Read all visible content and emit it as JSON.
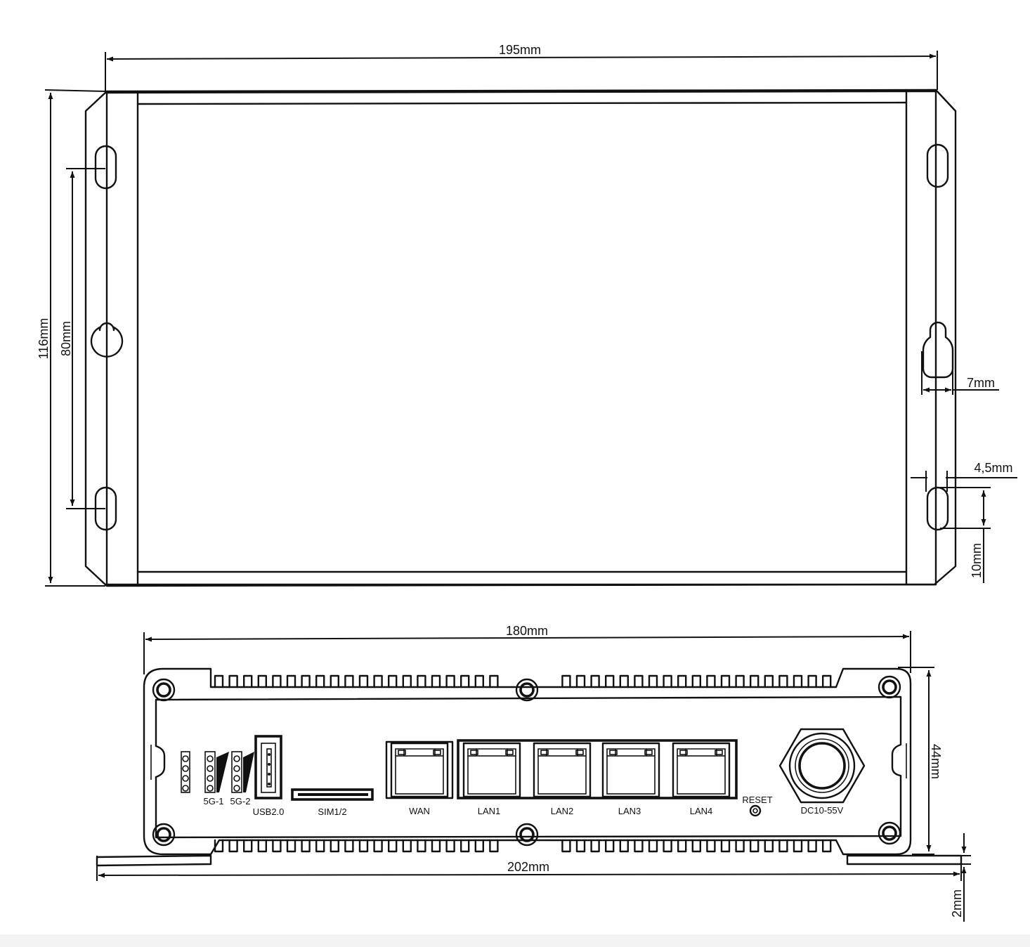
{
  "top_view": {
    "width_label": "195mm",
    "height_label": "116mm",
    "hole_spacing_label": "80mm",
    "hole_width_label": "7mm",
    "slot_width_label": "4,5mm",
    "slot_length_label": "10mm"
  },
  "front_view": {
    "width_label": "180mm",
    "flange_width_label": "202mm",
    "height_label": "44mm",
    "flange_thickness_label": "2mm",
    "ports": {
      "fiveg1": "5G-1",
      "fiveg2": "5G-2",
      "usb": "USB2.0",
      "sim": "SIM1/2",
      "wan": "WAN",
      "lan1": "LAN1",
      "lan2": "LAN2",
      "lan3": "LAN3",
      "lan4": "LAN4",
      "reset": "RESET",
      "dc": "DC10-55V"
    }
  }
}
